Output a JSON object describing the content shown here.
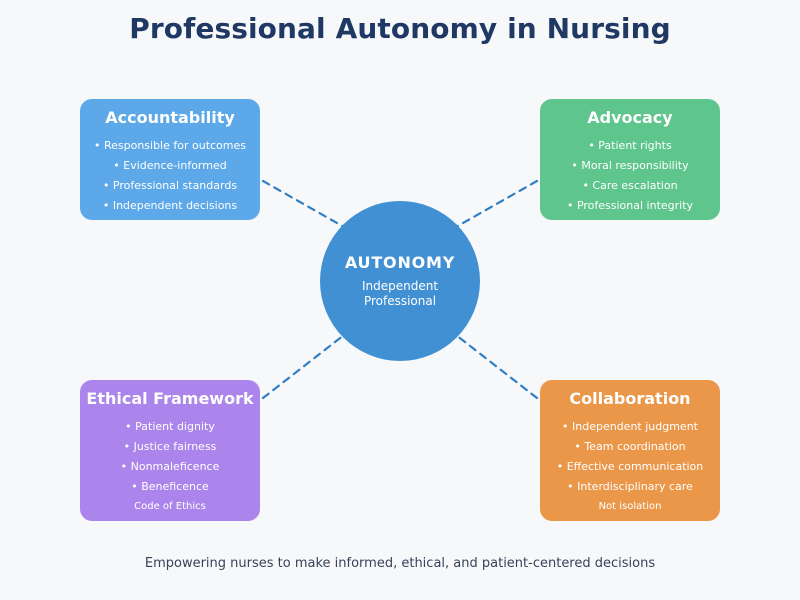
{
  "title": "Professional Autonomy in Nursing",
  "footer": "Empowering nurses to make informed, ethical, and patient-centered decisions",
  "center": {
    "title": "AUTONOMY",
    "sub_line1": "Independent",
    "sub_line2": "Professional",
    "color": "#4190d3"
  },
  "connector_color": "#2f7fc4",
  "background_color": "#f7f8fa",
  "title_color": "#1f3864",
  "boxes": [
    {
      "key": "accountability",
      "title": "Accountability",
      "color": "#5ca8e8",
      "items": [
        "• Responsible for outcomes",
        "• Evidence-informed",
        "• Professional standards",
        "• Independent decisions"
      ]
    },
    {
      "key": "advocacy",
      "title": "Advocacy",
      "color": "#5ec58c",
      "items": [
        "• Patient rights",
        "• Moral responsibility",
        "• Care escalation",
        "• Professional integrity"
      ]
    },
    {
      "key": "ethical-framework",
      "title": "Ethical Framework",
      "color": "#ab85eb",
      "items": [
        "• Patient dignity",
        "• Justice fairness",
        "• Nonmaleficence",
        "• Beneficence",
        "Code of Ethics"
      ]
    },
    {
      "key": "collaboration",
      "title": "Collaboration",
      "color": "#eb9749",
      "items": [
        "• Independent judgment",
        "• Team coordination",
        "• Effective communication",
        "• Interdisciplinary care",
        "Not isolation"
      ]
    }
  ]
}
